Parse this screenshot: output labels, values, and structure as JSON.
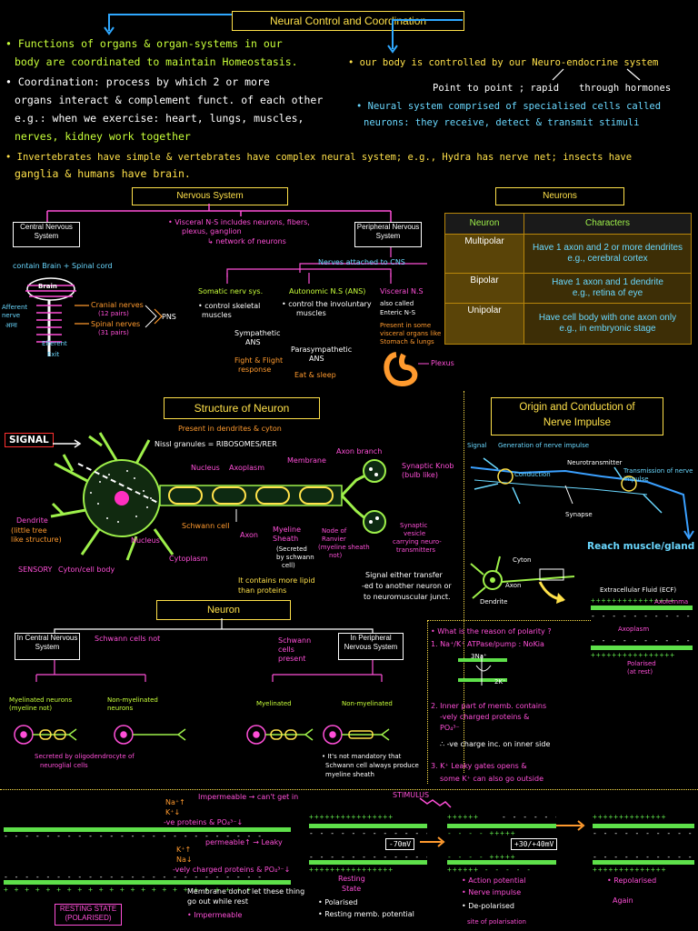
{
  "title": "Neural Control and Coordination",
  "intro": {
    "b1a": "• Functions of organs & organ-systems in our",
    "b1b": "body are coordinated to maintain Homeostasis.",
    "b2a": "• Coordination: process by which 2 or more",
    "b2b": "organs interact & complement funct. of each other",
    "b2c": "e.g.: when we exercise: heart, lungs, muscles,",
    "b2d": "nerves, kidney work together",
    "b3a": "• Invertebrates have simple & vertebrates have complex neural system; e.g., Hydra has nerve net; insects have",
    "b3b": "ganglia & humans have brain.",
    "r1": "• our body is controlled by our Neuro-endocrine system",
    "r1l": "Point to point ; rapid",
    "r1r": "through hormones",
    "r2a": "• Neural system comprised of specialised cells called",
    "r2b": "neurons: they receive, detect & transmit stimuli"
  },
  "nervous_system": {
    "title": "Nervous System",
    "cns": "Central Nervous System",
    "pns": "Peripheral Nervous System",
    "visceral_a": "• Visceral N-S includes neurons, fibers,",
    "visceral_b": "plexus, ganglion",
    "visceral_c": "↳ network of neurons",
    "cns_note": "contain Brain + Spinal cord",
    "brain": "Brain",
    "cranial": "Cranial nerves",
    "cranial_n": "(12 pairs)",
    "spinal": "Spinal nerves",
    "spinal_n": "(31 pairs)",
    "pns_lbl": "PNS",
    "afferent": "Afferent nerve",
    "afferent2": "आना",
    "efferent": "Efferent",
    "exit": "Exit",
    "nerves_cns": "Nerves attached to CNS",
    "somatic": "Somatic nerv sys.",
    "somatic_d1": "• control skeletal",
    "somatic_d2": "muscles",
    "autonomic": "Autonomic N.S (ANS)",
    "autonomic_d1": "• control the involuntary",
    "autonomic_d2": "muscles",
    "sympa": "Sympathetic",
    "sympa2": "ANS",
    "sympa_d1": "Fight & Flight",
    "sympa_d2": "response",
    "parasympa": "Parasympathetic",
    "parasympa2": "ANS",
    "parasympa_d": "Eat & sleep",
    "visceral_ns": "Visceral N.S",
    "visceral_ns_d1": "also called",
    "visceral_ns_d2": "Enteric N-S",
    "visceral_ns_d3": "Present in some",
    "visceral_ns_d4": "visceral organs like",
    "visceral_ns_d5": "Stomach & lungs",
    "plexus": "Plexus"
  },
  "neurons_table": {
    "title": "Neurons",
    "headers": [
      "Neuron",
      "Characters"
    ],
    "rows": [
      {
        "type": "Multipolar",
        "c1": "Have 1 axon and 2 or more dendrites",
        "c2": "e.g., cerebral cortex"
      },
      {
        "type": "Bipolar",
        "c1": "Have 1 axon and 1 dendrite",
        "c2": "e.g., retina of eye"
      },
      {
        "type": "Unipolar",
        "c1": "Have cell body with one axon only",
        "c2": "e.g., in embryonic stage"
      }
    ]
  },
  "structure": {
    "title": "Structure of Neuron",
    "signal": "SIGNAL",
    "present": "Present in dendrites & cyton",
    "nissl": "Nissl granules = RIBOSOMES/RER",
    "nucleus": "Nucleus",
    "axoplasm": "Axoplasm",
    "membrane": "Membrane",
    "axon_branch": "Axon branch",
    "synaptic_knob": "Synaptic Knob (bulb like)",
    "dendrite": "Dendrite",
    "dendrite_d1": "(little tree",
    "dendrite_d2": "like structure)",
    "sensory": "SENSORY",
    "cyton": "Cyton/cell body",
    "nucleus2": "Nucleus",
    "cytoplasm": "Cytoplasm",
    "schwann": "Schwann cell",
    "axon": "Axon",
    "myelin": "Myeline Sheath",
    "myelin_d1": "(Secreted",
    "myelin_d2": "by schwann",
    "myelin_d3": "cell)",
    "ranvier1": "Node of",
    "ranvier2": "Ranvier",
    "ranvier3": "(myeline sheath",
    "ranvier4": "not)",
    "vesicle1": "Synaptic",
    "vesicle2": "vesicle",
    "vesicle3": "carrying neuro-",
    "vesicle4": "transmitters",
    "lipid1": "It contains more lipid",
    "lipid2": "than proteins",
    "transfer1": "Signal either transfer",
    "transfer2": "-ed to another neuron or",
    "transfer3": "to neuromuscular junct."
  },
  "neuron2": {
    "title": "Neuron",
    "cns": "In Central Nervous System",
    "pns": "In Peripheral Nervous System",
    "schwann_not": "Schwann cells not",
    "schwann_present": "Schwann cells present",
    "myelinated_cns": "Myelinated neurons (myeline not)",
    "nonmyel_cns": "Non-myelinated neurons",
    "secreted1": "Secreted by oligodendrocyte of",
    "secreted2": "neuroglial cells",
    "myelinated_pns": "Myelinated",
    "nonmyel_pns": "Non-myelinated",
    "mand1": "• It's not mandatory that",
    "mand2": "Schwann cell always produce",
    "mand3": "myeline sheath"
  },
  "origin": {
    "title1": "Origin and Conduction of",
    "title2": "Nerve Impulse",
    "signal": "Signal",
    "gen": "Generation of nerve impulse",
    "conduction": "Conduction",
    "neurotrans": "Neurotransmitter",
    "transmission": "Transmission of nerve impulse",
    "synapse": "Synapse",
    "reach": "Reach muscle/gland",
    "cyton": "Cyton",
    "axon": "Axon",
    "dendrite": "Dendrite",
    "ecf": "Extracellular Fluid (ECF)",
    "axoplasm": "Axoplasm",
    "axolemma": "Axolemma",
    "polarised": "Polarised (at rest)",
    "reason": "• What is the reason of polarity ?",
    "r1": "1. Na⁺/K⁺ ATPase/pump : NoKia",
    "r1a": "3Na⁺",
    "r1b": "2K⁺",
    "r2a": "2. Inner part of memb. contains",
    "r2b": "-vely charged proteins &",
    "r2c": "PO₄³⁻",
    "r2d": "∴ -ve charge inc. on inner side",
    "r3a": "3. K⁺ Leaky gates opens &",
    "r3b": "some K⁺ can also go outside"
  },
  "bottom": {
    "na": "Na⁺↑",
    "k": "K⁺↓",
    "imperm": "Impermeable → can't get in",
    "vep": "-ve proteins & PO₄³⁻↓",
    "k2": "K⁺↑",
    "na2": "Na↓",
    "perm": "permeable↑ → Leaky",
    "vep2": "-vely charged proteins & PO₄³⁻↓",
    "memb1": "Membrane donot let these thing",
    "memb2": "go out while rest",
    "imperm2": "• Impermeable",
    "resting_state1": "RESTING STATE",
    "resting_state2": "(POLARISED)",
    "stimulus": "STIMULUS",
    "v1": "-70mV",
    "v2": "+30/+40mV",
    "rest1": "Resting",
    "rest2": "State",
    "pol": "• Polarised",
    "rmp": "• Resting memb. potential",
    "ap": "• Action potential",
    "ni": "• Nerve impulse",
    "dep": "• De-polarised",
    "site": "site of polarisation",
    "rep": "• Repolarised",
    "again": "Again"
  },
  "colors": {
    "accent": "#ffe14a",
    "green": "#c8ff3a",
    "cyan": "#6ad8ff",
    "magenta": "#ff4fd8",
    "orange": "#ff9a2e",
    "membrane": "#5ee04a"
  }
}
